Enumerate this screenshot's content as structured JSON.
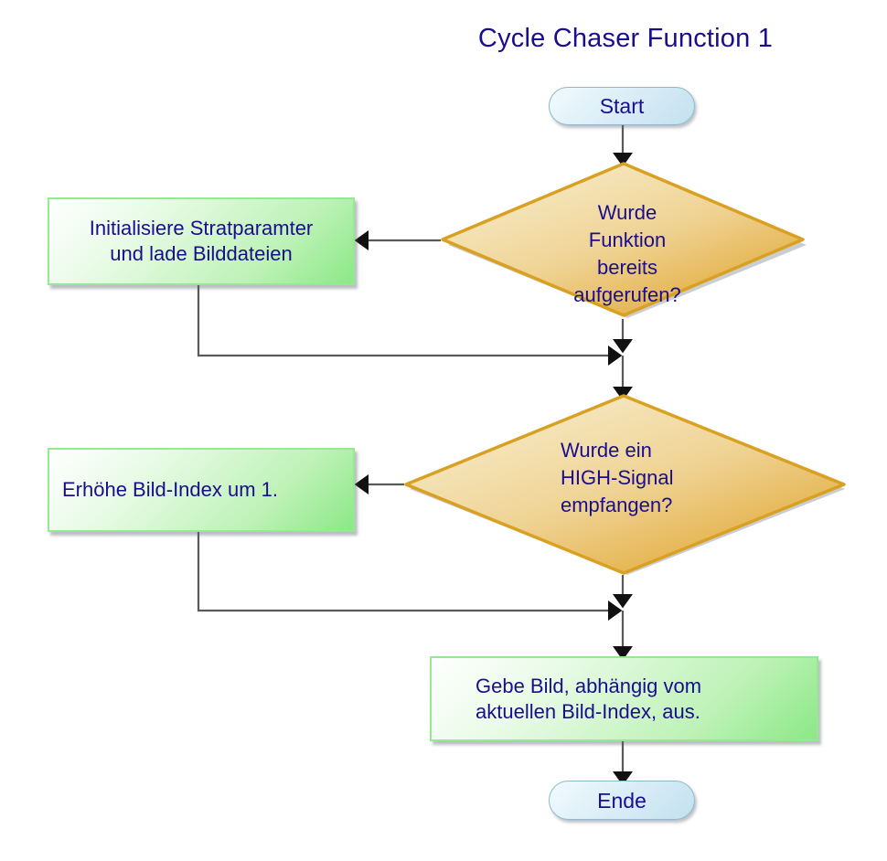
{
  "diagram": {
    "title": "Cycle Chaser Function 1",
    "type": "flowchart",
    "language": "de",
    "colors": {
      "text": "#1a0e8e",
      "decision_fill": "#e8b84b",
      "decision_stroke": "#d9a021",
      "process_fill": "#9ceb92",
      "process_stroke": "#93ea93",
      "terminator_fill": "#c3e1ef",
      "terminator_stroke": "#8fb8cc",
      "connector": "#595959",
      "background": "#ffffff"
    }
  },
  "nodes": {
    "start": {
      "label": "Start",
      "shape": "terminator"
    },
    "decision_called": {
      "label": "Wurde\nFunktion bereits\naufgerufen?",
      "shape": "decision"
    },
    "init_process": {
      "label": "Initialisiere Stratparamter\nund lade Bilddateien",
      "shape": "process"
    },
    "decision_high": {
      "label": "Wurde ein\nHIGH-Signal\nempfangen?",
      "shape": "decision"
    },
    "increment_process": {
      "label": "Erhöhe Bild-Index um 1.",
      "shape": "process"
    },
    "output_process": {
      "label": "Gebe Bild, abhängig vom\naktuellen Bild-Index, aus.",
      "shape": "process"
    },
    "end": {
      "label": "Ende",
      "shape": "terminator"
    }
  },
  "edges": [
    {
      "from": "start",
      "to": "decision_called",
      "label": ""
    },
    {
      "from": "decision_called",
      "to": "init_process",
      "label": ""
    },
    {
      "from": "decision_called",
      "to": "decision_high",
      "label": ""
    },
    {
      "from": "init_process",
      "to": "decision_high",
      "label": ""
    },
    {
      "from": "decision_high",
      "to": "increment_process",
      "label": ""
    },
    {
      "from": "decision_high",
      "to": "output_process",
      "label": ""
    },
    {
      "from": "increment_process",
      "to": "output_process",
      "label": ""
    },
    {
      "from": "output_process",
      "to": "end",
      "label": ""
    }
  ]
}
